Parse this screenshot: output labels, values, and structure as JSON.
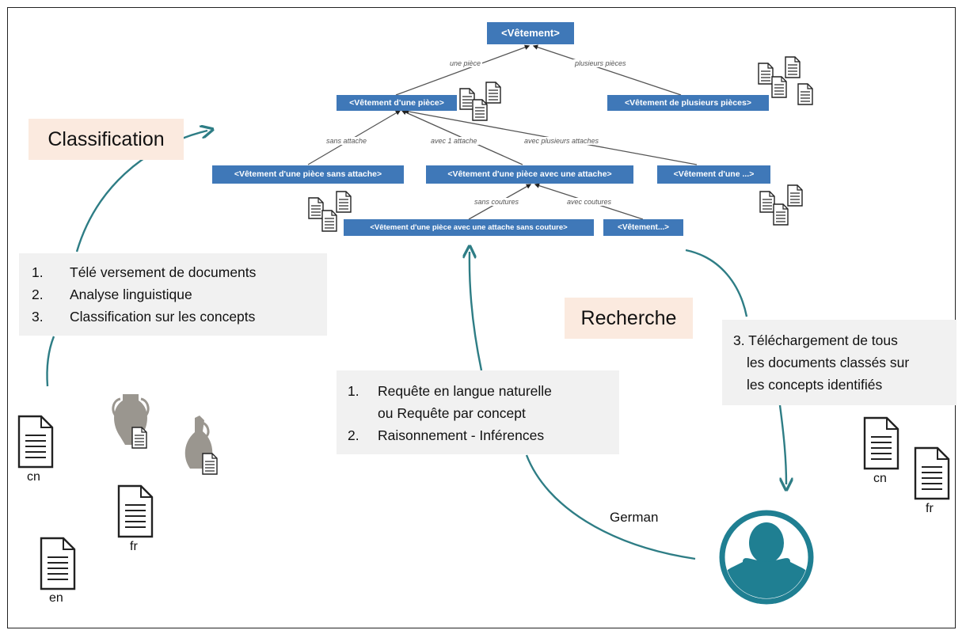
{
  "colors": {
    "node_fill": "#3f78b8",
    "arrow": "#2e7d85",
    "panel_bg": "#f1f1f1",
    "tag_bg": "#fbeadf",
    "user_circle": "#1f7f92"
  },
  "tree": {
    "root": "<Vêtement>",
    "edge_une_piece": "une pièce",
    "edge_plusieurs_pieces": "plusieurs pièces",
    "une_piece": "<Vêtement d'une pièce>",
    "plusieurs_pieces": "<Vêtement de plusieurs pièces>",
    "edge_sans_attache": "sans attache",
    "edge_avec_1_attache": "avec 1 attache",
    "edge_avec_plusieurs": "avec plusieurs attaches",
    "sans_attache": "<Vêtement d'une pièce sans attache>",
    "avec_attache": "<Vêtement d'une pièce avec une attache>",
    "etc_right": "<Vêtement d'une ...>",
    "edge_sans_coutures": "sans coutures",
    "edge_avec_coutures": "avec coutures",
    "sans_couture": "<Vêtement d'une pièce avec une attache sans couture>",
    "etc_bottom": "<Vêtement...>"
  },
  "tags": {
    "classification": "Classification",
    "recherche": "Recherche"
  },
  "classification_steps": [
    {
      "num": "1.",
      "text": "Télé versement de documents"
    },
    {
      "num": "2.",
      "text": "Analyse linguistique"
    },
    {
      "num": "3.",
      "text": "Classification sur les concepts"
    }
  ],
  "search_steps": [
    {
      "num": "1.",
      "text": "Requête en langue naturelle"
    },
    {
      "num": "",
      "text": "ou Requête par concept"
    },
    {
      "num": "2.",
      "text": "Raisonnement - Inférences"
    }
  ],
  "download_step": {
    "line1": "3. Téléchargement de tous",
    "line2": "les documents classés sur",
    "line3": "les concepts identifiés"
  },
  "doc_labels": {
    "left_cn": "cn",
    "left_fr": "fr",
    "left_en": "en",
    "right_cn": "cn",
    "right_fr": "fr"
  },
  "query_language": "German",
  "icons": {
    "document": "document-icon",
    "vase": "amphora-icon",
    "jug": "jug-icon",
    "user": "user-avatar-icon"
  }
}
